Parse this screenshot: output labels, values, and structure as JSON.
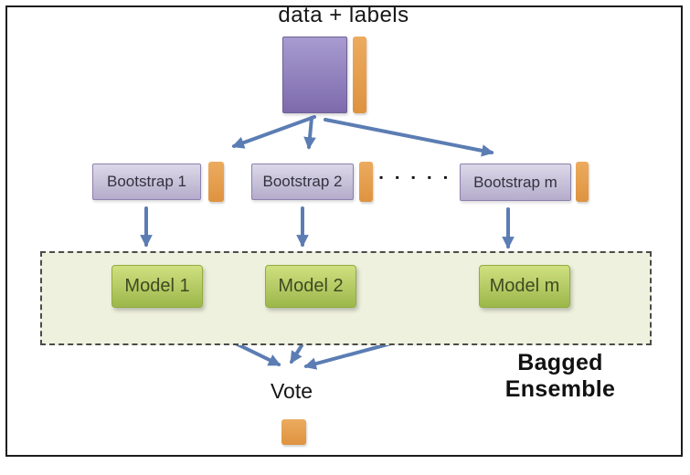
{
  "diagram": {
    "title": "data + labels",
    "bootstraps": [
      {
        "label": "Bootstrap 1"
      },
      {
        "label": "Bootstrap 2"
      },
      {
        "label": "Bootstrap m"
      }
    ],
    "ellipsis": "▪ ▪ ▪ ▪ ▪ ▪",
    "models": [
      {
        "label": "Model 1"
      },
      {
        "label": "Model 2"
      },
      {
        "label": "Model m"
      }
    ],
    "ensemble_label": "Bagged Ensemble",
    "vote_label": "Vote",
    "icons": {
      "data_block": "purple-data-block",
      "labels_strip": "orange-labels-strip",
      "arrows": "blue-flow-arrows"
    },
    "colors": {
      "purple_top": "#a89bd0",
      "purple_bottom": "#7d6aac",
      "lavender_top": "#dcd8e8",
      "lavender_bottom": "#b4accb",
      "lavender_border": "#8d81ae",
      "orange_top": "#ecab5f",
      "orange_bottom": "#de9340",
      "green_top": "#cfe080",
      "green_bottom": "#9cb74a",
      "green_border": "#93ab40",
      "ensemble_bg": "#eef1dd",
      "arrow": "#5b7db3"
    }
  }
}
